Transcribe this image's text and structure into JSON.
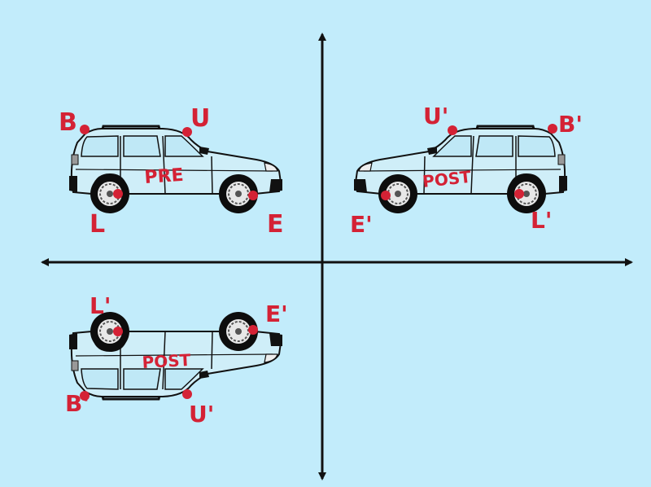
{
  "colors": {
    "background": "#c2ecfb",
    "car_body": "#cfeef8",
    "outline": "#1a1a1a",
    "annotation": "#d42235",
    "tire": "#0d0d0d",
    "rim": "#e8e8e8"
  },
  "pre_car": {
    "word": "PRE",
    "labels": {
      "b": "B",
      "u": "U",
      "l": "L",
      "e": "E"
    }
  },
  "reflected_car": {
    "word": "POST",
    "labels": {
      "u": "U'",
      "b": "B'",
      "e": "E'",
      "l": "L'"
    }
  },
  "flipped_car": {
    "word": "POST",
    "labels": {
      "l": "L'",
      "e": "E'",
      "b": "B'",
      "u": "U'"
    }
  }
}
